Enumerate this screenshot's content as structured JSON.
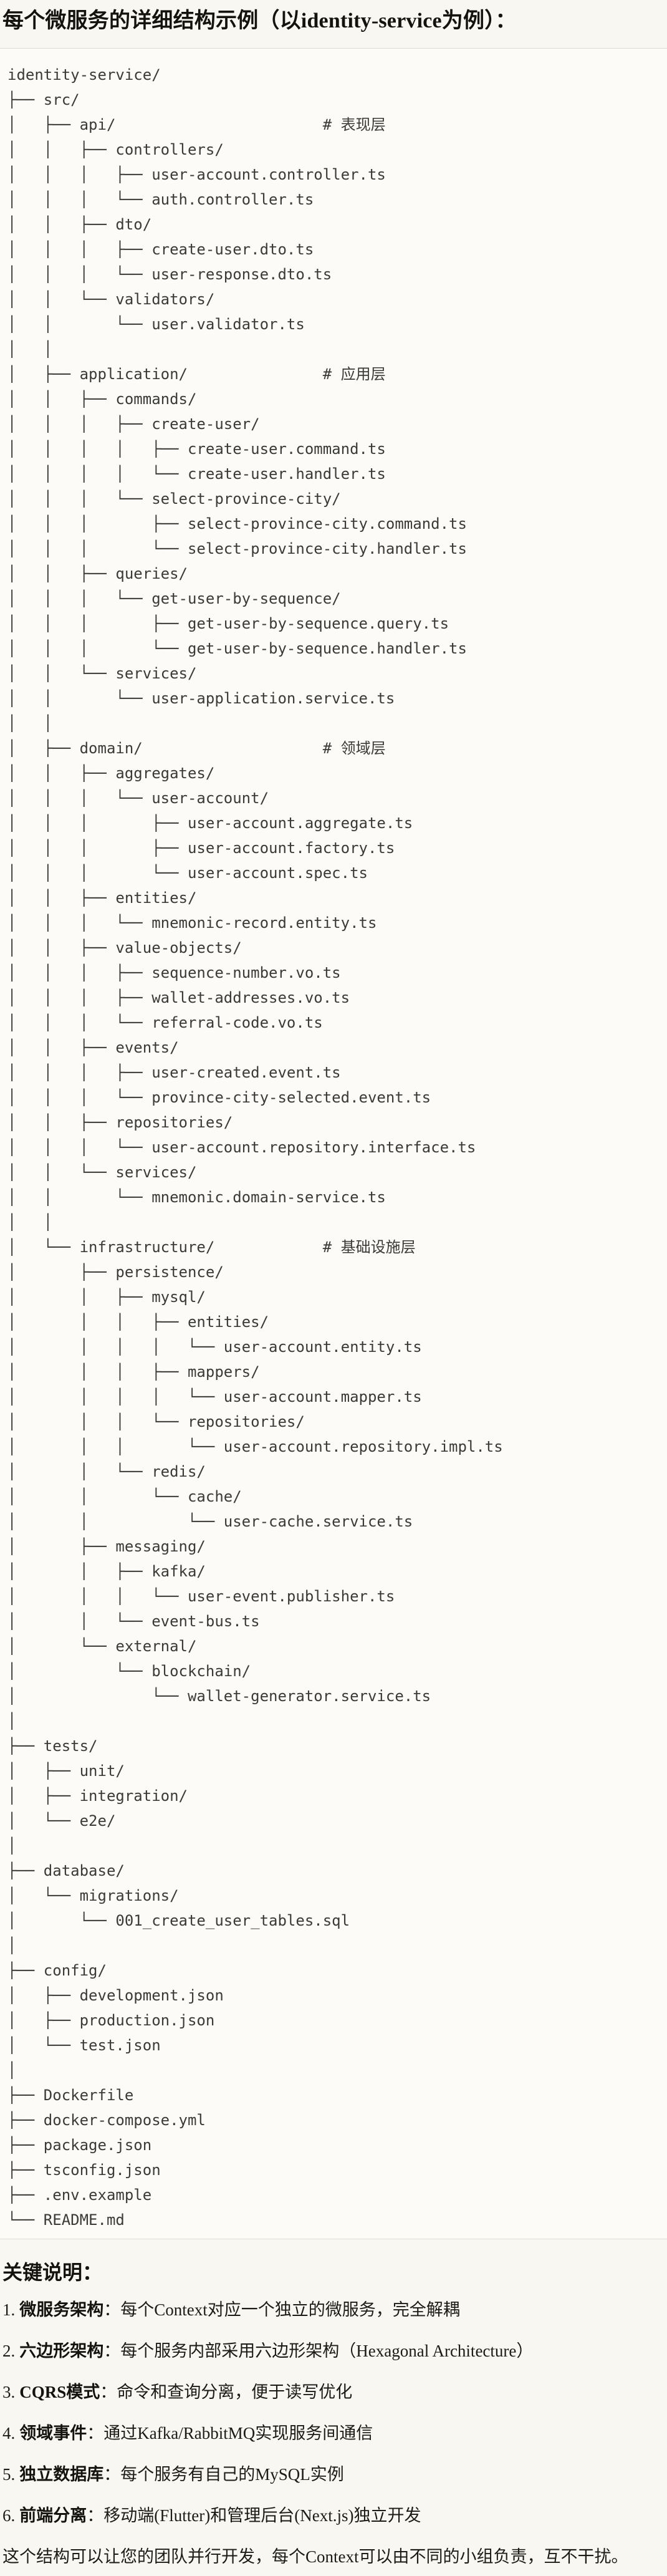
{
  "title": "每个微服务的详细结构示例（以identity-service为例）：",
  "code": {
    "tree_lines": [
      "identity-service/",
      "├── src/",
      "│   ├── api/                       # 表现层",
      "│   │   ├── controllers/",
      "│   │   │   ├── user-account.controller.ts",
      "│   │   │   └── auth.controller.ts",
      "│   │   ├── dto/",
      "│   │   │   ├── create-user.dto.ts",
      "│   │   │   └── user-response.dto.ts",
      "│   │   └── validators/",
      "│   │       └── user.validator.ts",
      "│   │",
      "│   ├── application/               # 应用层",
      "│   │   ├── commands/",
      "│   │   │   ├── create-user/",
      "│   │   │   │   ├── create-user.command.ts",
      "│   │   │   │   └── create-user.handler.ts",
      "│   │   │   └── select-province-city/",
      "│   │   │       ├── select-province-city.command.ts",
      "│   │   │       └── select-province-city.handler.ts",
      "│   │   ├── queries/",
      "│   │   │   └── get-user-by-sequence/",
      "│   │   │       ├── get-user-by-sequence.query.ts",
      "│   │   │       └── get-user-by-sequence.handler.ts",
      "│   │   └── services/",
      "│   │       └── user-application.service.ts",
      "│   │",
      "│   ├── domain/                    # 领域层",
      "│   │   ├── aggregates/",
      "│   │   │   └── user-account/",
      "│   │   │       ├── user-account.aggregate.ts",
      "│   │   │       ├── user-account.factory.ts",
      "│   │   │       └── user-account.spec.ts",
      "│   │   ├── entities/",
      "│   │   │   └── mnemonic-record.entity.ts",
      "│   │   ├── value-objects/",
      "│   │   │   ├── sequence-number.vo.ts",
      "│   │   │   ├── wallet-addresses.vo.ts",
      "│   │   │   └── referral-code.vo.ts",
      "│   │   ├── events/",
      "│   │   │   ├── user-created.event.ts",
      "│   │   │   └── province-city-selected.event.ts",
      "│   │   ├── repositories/",
      "│   │   │   └── user-account.repository.interface.ts",
      "│   │   └── services/",
      "│   │       └── mnemonic.domain-service.ts",
      "│   │",
      "│   └── infrastructure/            # 基础设施层",
      "│       ├── persistence/",
      "│       │   ├── mysql/",
      "│       │   │   ├── entities/",
      "│       │   │   │   └── user-account.entity.ts",
      "│       │   │   ├── mappers/",
      "│       │   │   │   └── user-account.mapper.ts",
      "│       │   │   └── repositories/",
      "│       │   │       └── user-account.repository.impl.ts",
      "│       │   └── redis/",
      "│       │       └── cache/",
      "│       │           └── user-cache.service.ts",
      "│       ├── messaging/",
      "│       │   ├── kafka/",
      "│       │   │   └── user-event.publisher.ts",
      "│       │   └── event-bus.ts",
      "│       └── external/",
      "│           └── blockchain/",
      "│               └── wallet-generator.service.ts",
      "│",
      "├── tests/",
      "│   ├── unit/",
      "│   ├── integration/",
      "│   └── e2e/",
      "│",
      "├── database/",
      "│   └── migrations/",
      "│       └── 001_create_user_tables.sql",
      "│",
      "├── config/",
      "│   ├── development.json",
      "│   ├── production.json",
      "│   └── test.json",
      "│",
      "├── Dockerfile",
      "├── docker-compose.yml",
      "├── package.json",
      "├── tsconfig.json",
      "├── .env.example",
      "└── README.md"
    ]
  },
  "notes": {
    "heading": "关键说明：",
    "items": [
      {
        "num": "1.",
        "label": "微服务架构",
        "text": "：每个Context对应一个独立的微服务，完全解耦"
      },
      {
        "num": "2.",
        "label": "六边形架构",
        "text": "：每个服务内部采用六边形架构（Hexagonal Architecture）"
      },
      {
        "num": "3.",
        "label": "CQRS模式",
        "text": "：命令和查询分离，便于读写优化"
      },
      {
        "num": "4.",
        "label": "领域事件",
        "text": "：通过Kafka/RabbitMQ实现服务间通信"
      },
      {
        "num": "5.",
        "label": "独立数据库",
        "text": "：每个服务有自己的MySQL实例"
      },
      {
        "num": "6.",
        "label": "前端分离",
        "text": "：移动端(Flutter)和管理后台(Next.js)独立开发"
      }
    ]
  },
  "closing": "这个结构可以让您的团队并行开发，每个Context可以由不同的小组负责，互不干扰。"
}
